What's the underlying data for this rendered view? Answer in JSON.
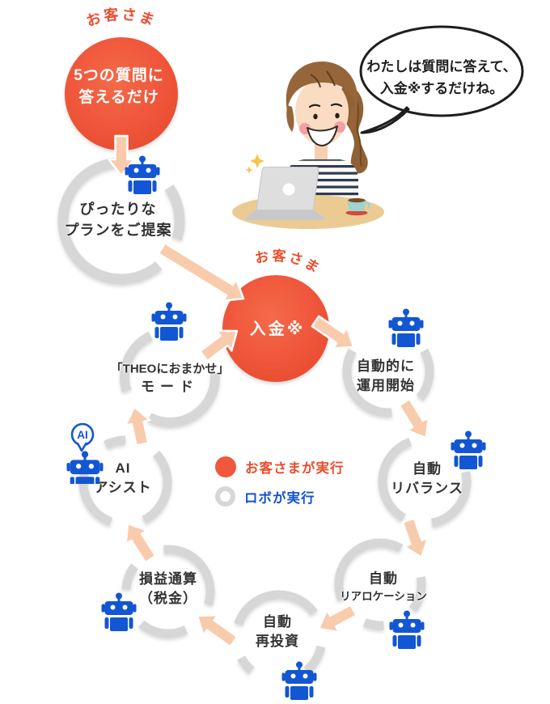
{
  "nodes": {
    "questions": {
      "badge": "お客さま",
      "line1": "5つの質問に",
      "line2": "答えるだけ"
    },
    "plan": {
      "line1": "ぴったりな",
      "line2": "プランをご提案"
    },
    "deposit": {
      "badge": "お客さま",
      "label": "入金※"
    },
    "start": {
      "line1": "自動的に",
      "line2": "運用開始"
    },
    "rebalance": {
      "line1": "自動",
      "line2": "リバランス"
    },
    "reallocation": {
      "line1": "自動",
      "line2": "リアロケーション"
    },
    "reinvest": {
      "line1": "自動",
      "line2": "再投資"
    },
    "tax_offset": {
      "line1": "損益通算",
      "line2": "（税金）"
    },
    "ai_assist": {
      "line1": "AI",
      "line2": "アシスト",
      "ai_badge": "AI"
    },
    "theo_mode": {
      "line1": "「THEOにおまかせ」",
      "line2": "モード"
    }
  },
  "speech_bubble": {
    "line1": "わたしは質問に答えて、",
    "line2": "入金※するだけね。"
  },
  "legend": {
    "customer_label": "お客さまが実行",
    "robot_label": "ロボが実行"
  },
  "colors": {
    "accent_orange": "#F0573B",
    "customer_red": "#EE4B2C",
    "robot_blue": "#1356D3",
    "arrow_peach": "#F8CBAC",
    "ring_gray": "#D7D7D7",
    "legend_blue": "#1453CB",
    "label_dark": "#333333"
  }
}
